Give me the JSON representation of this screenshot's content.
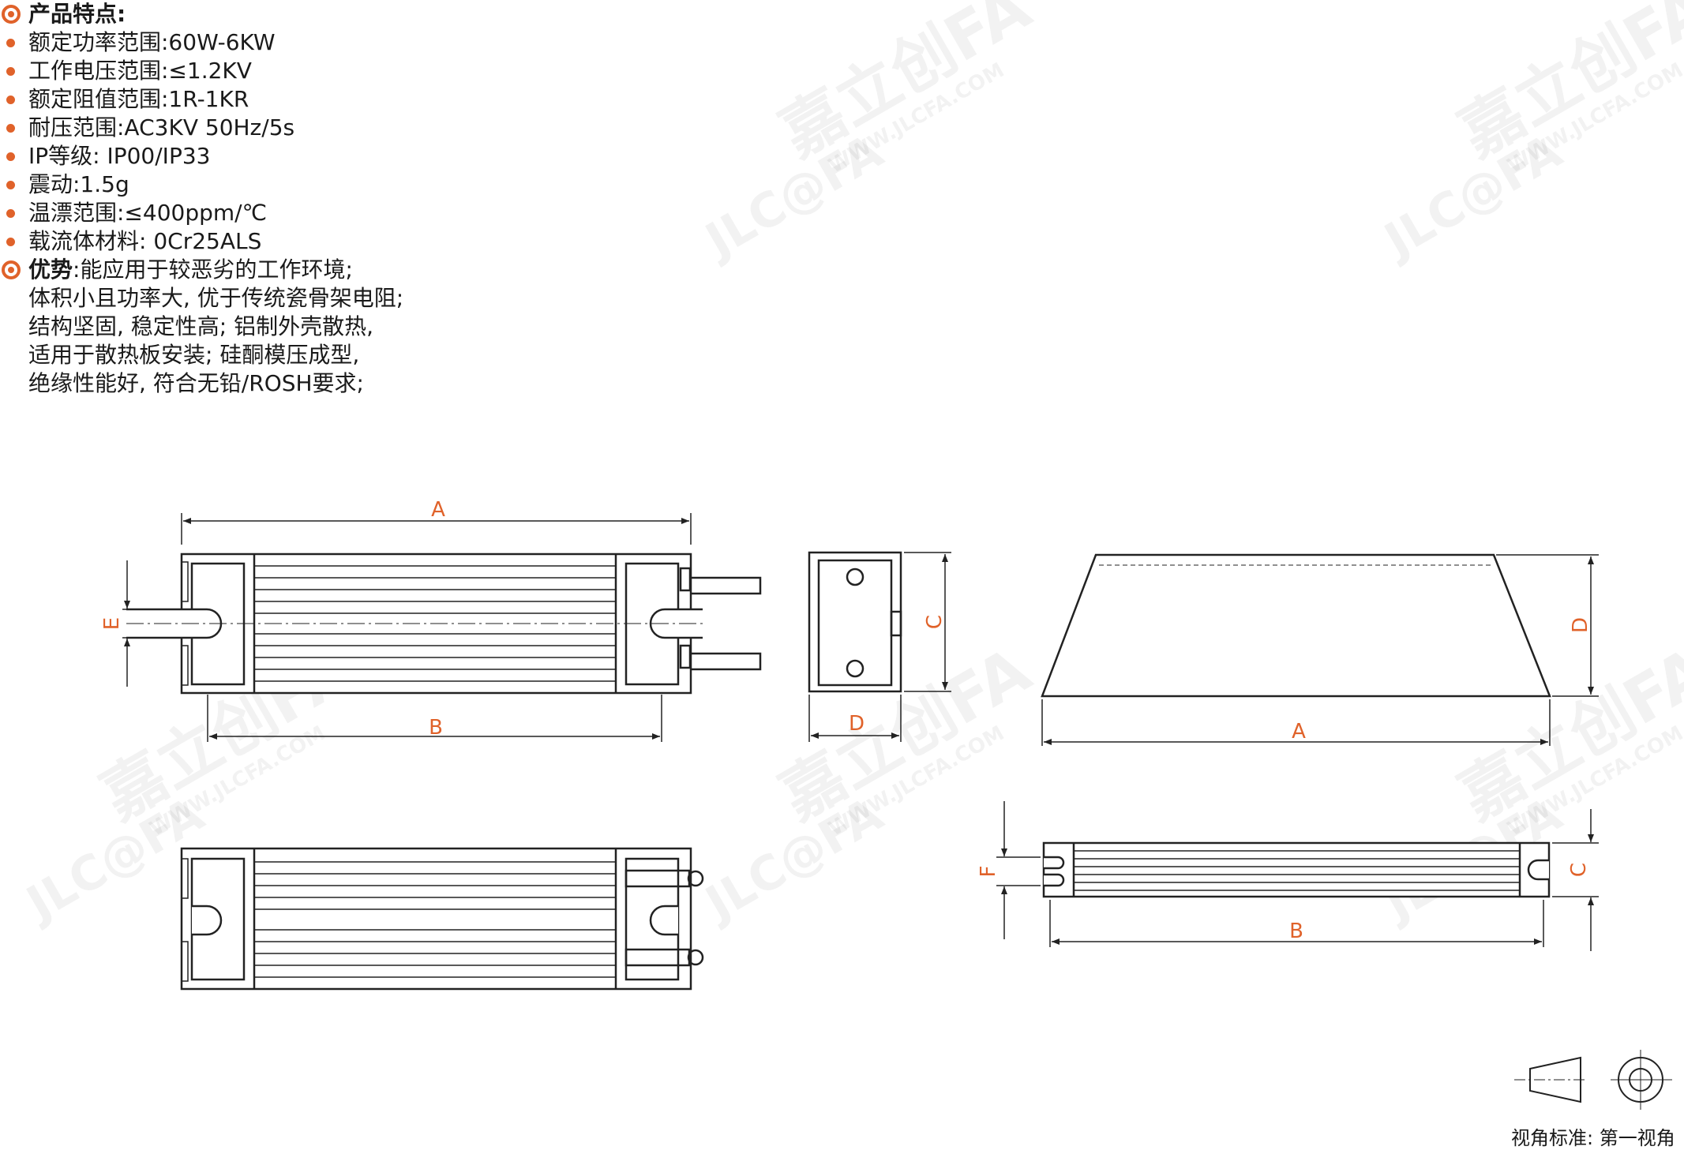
{
  "features": {
    "title": "产品特点:",
    "specs": [
      "额定功率范围:60W-6KW",
      "工作电压范围:≤1.2KV",
      "额定阻值范围:1R-1KR",
      "耐压范围:AC3KV 50Hz/5s",
      "IP等级: IP00/IP33",
      "震动:1.5g",
      "温漂范围:≤400ppm/℃",
      "载流体材料: 0Cr25ALS"
    ],
    "advantage_label": "优势",
    "advantage_lines": [
      ":能应用于较恶劣的工作环境;",
      "体积小且功率大, 优于传统瓷骨架电阻;",
      "结构坚固, 稳定性高; 铝制外壳散热,",
      "适用于散热板安装; 硅酮模压成型,",
      "绝缘性能好, 符合无铅/ROSH要求;"
    ]
  },
  "dimensions": {
    "top_a": "A",
    "top_b": "B",
    "top_e": "E",
    "side_c": "C",
    "side_d": "D",
    "trap_a": "A",
    "trap_d": "D",
    "bottom_b": "B",
    "bottom_c": "C",
    "bottom_f": "F"
  },
  "watermark": {
    "brand": "嘉立创FA",
    "url": "WWW.JLCFA.COM",
    "logo": "JLC@FA"
  },
  "view": {
    "label": "视角标准: 第一视角"
  },
  "colors": {
    "accent": "#e0622a",
    "line": "#222222"
  }
}
